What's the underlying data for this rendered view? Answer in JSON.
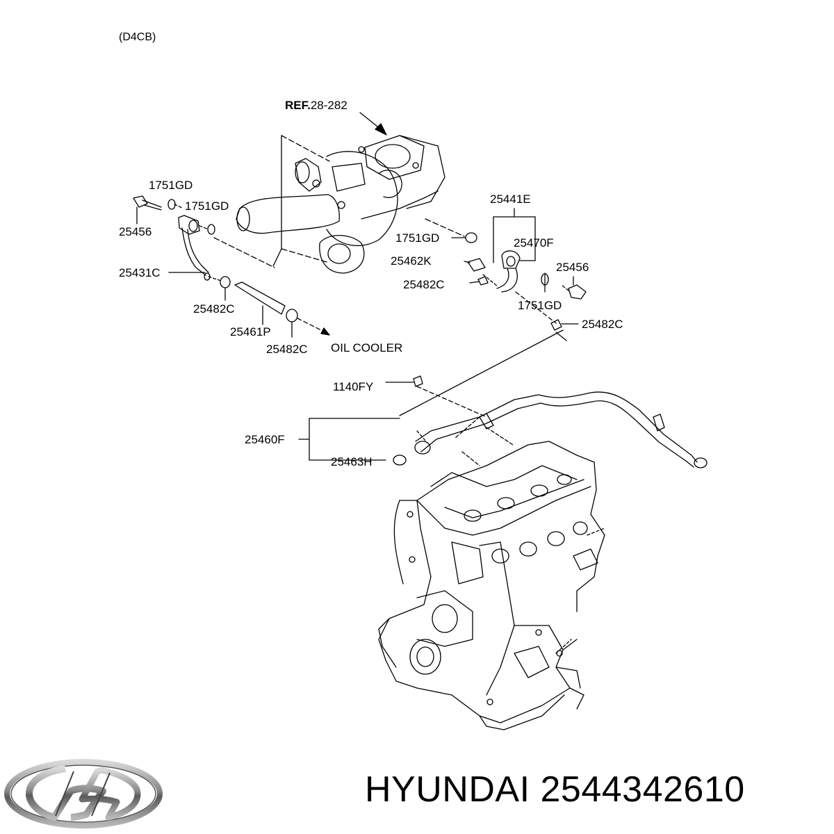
{
  "diagram": {
    "variant": "(D4CB)",
    "ref_prefix": "REF.",
    "ref_number": "28-282",
    "labels": {
      "bolt_top_left": "1751GD",
      "gasket_left": "1751GD",
      "bolt_left": "25456",
      "gasket_turbo": "1751GD",
      "feed_pipe": "25431C",
      "clamp_left_a": "25482C",
      "hose": "25461P",
      "clamp_left_b": "25482C",
      "oil_cooler": "OIL COOLER",
      "assembly_return": "25441E",
      "return_pipe": "25470F",
      "connector": "25462K",
      "clamp_right": "25482C",
      "bolt_right": "25456",
      "gasket_right": "1751GD",
      "clamp_bottom": "25482C",
      "bolt_bracket": "1140FY",
      "assembly_pipe": "25460F",
      "o_ring": "25463H"
    }
  },
  "footer": {
    "brand": "HYUNDAI",
    "part_number": "2544342610",
    "logo": "hyundai-logo"
  }
}
